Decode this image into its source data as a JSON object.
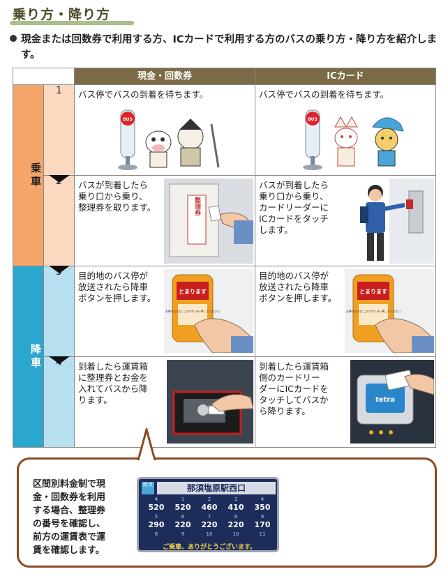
{
  "title": "乗り方・降り方",
  "intro": "現金または回数券で利用する方、ICカードで利用する方のバスの乗り方・降り方を紹介します。",
  "columns": [
    "現金・回数券",
    "ICカード"
  ],
  "groups": {
    "board": "乗車",
    "alight": "降車"
  },
  "steps": [
    {
      "num": "1",
      "cash": [
        "バス停でバスの到着を待ちます。"
      ],
      "ic": [
        "バス停でバスの到着を待ちます。"
      ]
    },
    {
      "num": "2",
      "cash": [
        "バスが到着したら",
        "乗り口から乗り、",
        "整理券を取ります。"
      ],
      "ic": [
        "バスが到着したら",
        "乗り口から乗り、",
        "カードリーダーに",
        "ICカードをタッチ",
        "します。"
      ]
    },
    {
      "num": "3",
      "cash": [
        "目的地のバス停が",
        "放送されたら降車",
        "ボタンを押します。"
      ],
      "ic": [
        "目的地のバス停が",
        "放送されたら降車",
        "ボタンを押します。"
      ]
    },
    {
      "num": "4",
      "cash": [
        "到着したら運賃箱",
        "に整理券とお金を",
        "入れてバスから降",
        "ります。"
      ],
      "ic": [
        "到着したら運賃箱",
        "側のカードリー",
        "ダーにICカードを",
        "タッチしてバスか",
        "ら降ります。"
      ]
    }
  ],
  "labels": {
    "bus_sign": "BUS",
    "ticket": "整理券",
    "stop_button": "とまります",
    "stop_button_sub": "お降りの方は このボタンを 押してください",
    "card_brand": "tetra"
  },
  "note": [
    "区間別料金制で現",
    "金・回数券を利用",
    "する場合、整理券",
    "の番号を確認し、",
    "前方の運賃表で運",
    "賃を確認します。"
  ],
  "fare_board": {
    "badge": "終点",
    "station": "那須塩原駅西口",
    "rows": [
      {
        "idx": [
          "4",
          "1",
          "2",
          "3",
          "4"
        ],
        "val": [
          "520",
          "520",
          "460",
          "410",
          "350"
        ]
      },
      {
        "idx": [
          "5",
          "6",
          "7",
          "8",
          "9"
        ],
        "val": [
          "290",
          "220",
          "220",
          "220",
          "170"
        ]
      },
      {
        "idx": [
          "8",
          "9",
          "10",
          "10",
          "11"
        ],
        "val": [
          "",
          "",
          "",
          "",
          ""
        ]
      }
    ],
    "footer": "ご乗車、ありがとうございます。"
  },
  "colors": {
    "header": "#7a6a45",
    "board": "#f5a46a",
    "alight": "#2ba6cf",
    "bubble_border": "#8a4a20"
  }
}
